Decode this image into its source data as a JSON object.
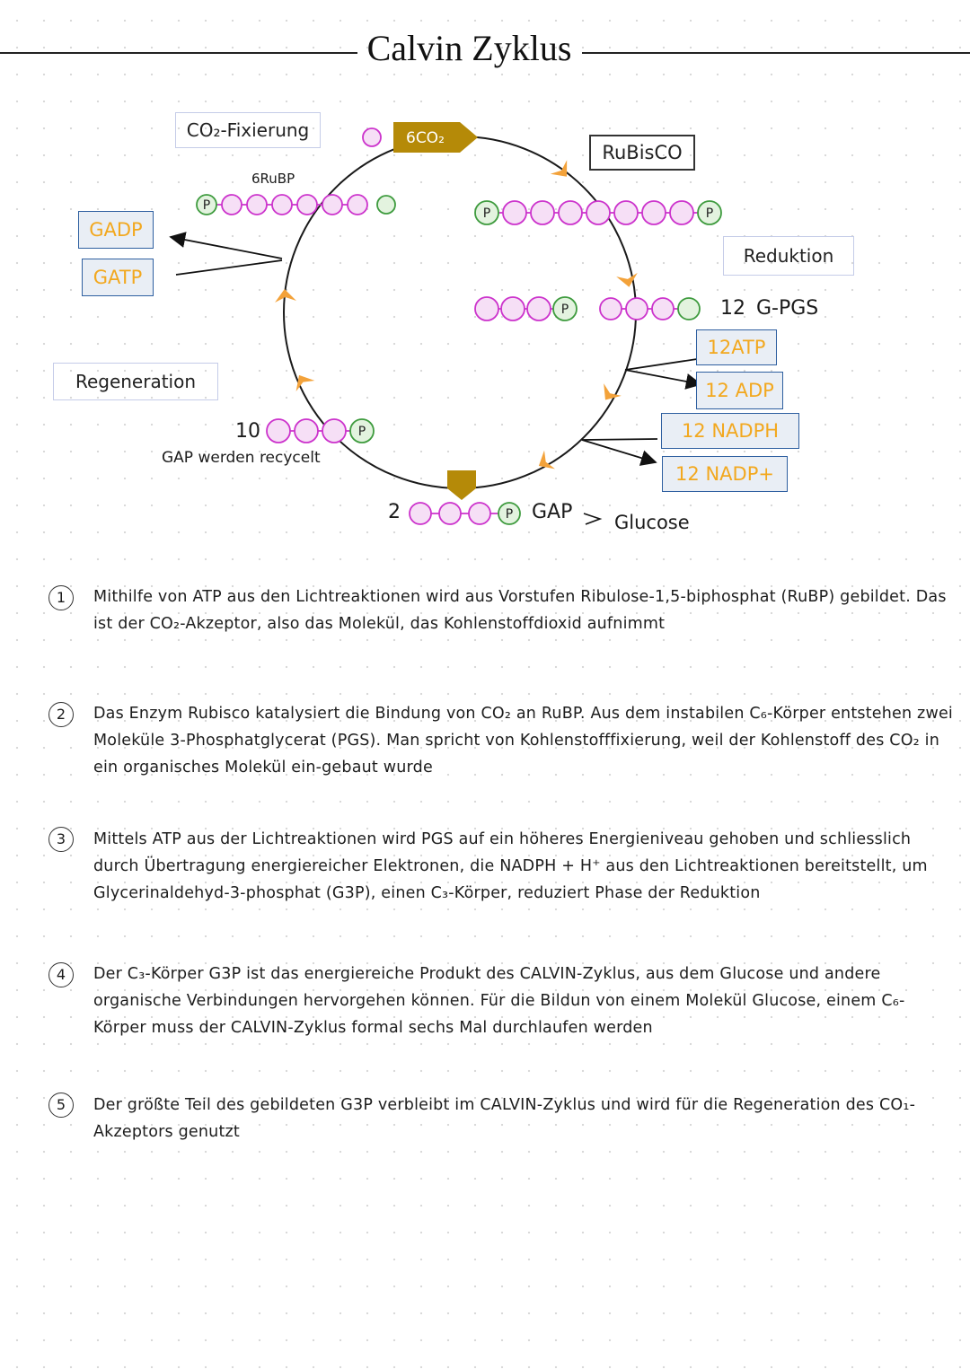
{
  "title": "Calvin Zyklus",
  "diagram": {
    "phases": {
      "fixation": "CO₂-Fixierung",
      "reduction": "Reduktion",
      "regeneration": "Regeneration"
    },
    "enzyme": "RuBisCO",
    "co2_tag": "6CO₂",
    "rubp_label": "6RuBP",
    "phosphate": "P",
    "pgs_count": "12",
    "pgs_label": "G-PGS",
    "atp": "12ATP",
    "adp": "12 ADP",
    "nadph": "12 NADPH",
    "nadp": "12 NADP+",
    "gadp": "GADP",
    "gatp": "GATP",
    "recycle_count": "10",
    "recycle_label": "GAP werden recycelt",
    "gap_count": "2",
    "gap_label": "GAP",
    "gap_arrow": ">",
    "glucose": "Glucose",
    "colors": {
      "purple": "#cc33cc",
      "purple_fill": "#f6dff6",
      "green": "#3e9b3e",
      "green_fill": "#e3f3df",
      "orange": "#f3a23a",
      "olive": "#b58a08",
      "box_blue": "#2e5fa0",
      "text_orange": "#f2a81f"
    }
  },
  "notes": [
    {
      "num": "1",
      "text": "Mithilfe von ATP aus den Lichtreaktionen wird aus Vorstufen Ribulose-1,5-biphosphat (RuBP) gebildet. Das ist der CO₂-Akzeptor, also das Molekül, das Kohlenstoffdioxid aufnimmt"
    },
    {
      "num": "2",
      "text": "Das Enzym Rubisco katalysiert die Bindung von CO₂ an RuBP. Aus dem instabilen C₆-Körper entstehen zwei Moleküle 3-Phosphatglycerat (PGS). Man spricht von Kohlenstofffixierung, weil der Kohlenstoff des CO₂ in ein organisches Molekül ein-gebaut wurde"
    },
    {
      "num": "3",
      "text": "Mittels ATP aus der Lichtreaktionen wird PGS auf ein höheres Energieniveau gehoben und schliesslich durch Übertragung energiereicher Elektronen, die NADPH + H⁺ aus den Lichtreaktionen bereitstellt, um Glycerinaldehyd-3-phosphat (G3P), einen C₃-Körper, reduziert Phase der Reduktion"
    },
    {
      "num": "4",
      "text": "Der C₃-Körper G3P ist das energiereiche Produkt des CALVIN-Zyklus, aus dem Glucose und andere organische Verbindungen hervorgehen können. Für die Bildun von einem Molekül Glucose, einem C₆-Körper muss der CALVIN-Zyklus formal sechs Mal durchlaufen werden"
    },
    {
      "num": "5",
      "text": "Der größte Teil des gebildeten G3P verbleibt im CALVIN-Zyklus und wird für die Regeneration des CO₁-Akzeptors genutzt"
    }
  ]
}
